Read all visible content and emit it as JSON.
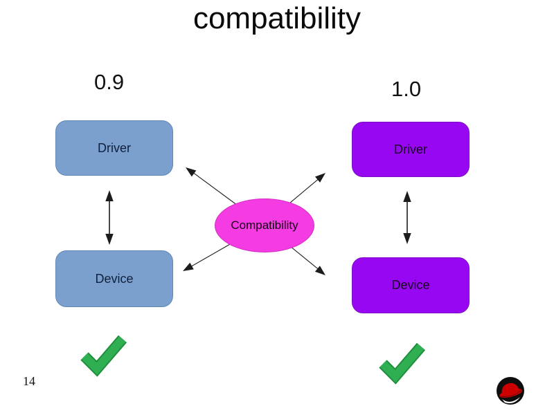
{
  "title": "compatibility",
  "page_number": "14",
  "groups": {
    "left": {
      "version": "0.9",
      "driver": "Driver",
      "device": "Device",
      "box_color": "#7ba0cd",
      "status_icon": "green-check-icon"
    },
    "right": {
      "version": "1.0",
      "driver": "Driver",
      "device": "Device",
      "box_color": "#9807f2",
      "status_icon": "green-check-icon"
    }
  },
  "center": {
    "label": "Compatibility",
    "fill_color": "#f43ce2"
  },
  "icons": {
    "check": "green-check-icon",
    "logo": "redhat-shadowman-logo"
  },
  "colors": {
    "check_green": "#2fae52",
    "check_green_dark": "#1f8f3e",
    "arrow_black": "#1c1c1c",
    "logo_hat_red": "#cc0000",
    "logo_circle_black": "#0e0e0e"
  }
}
